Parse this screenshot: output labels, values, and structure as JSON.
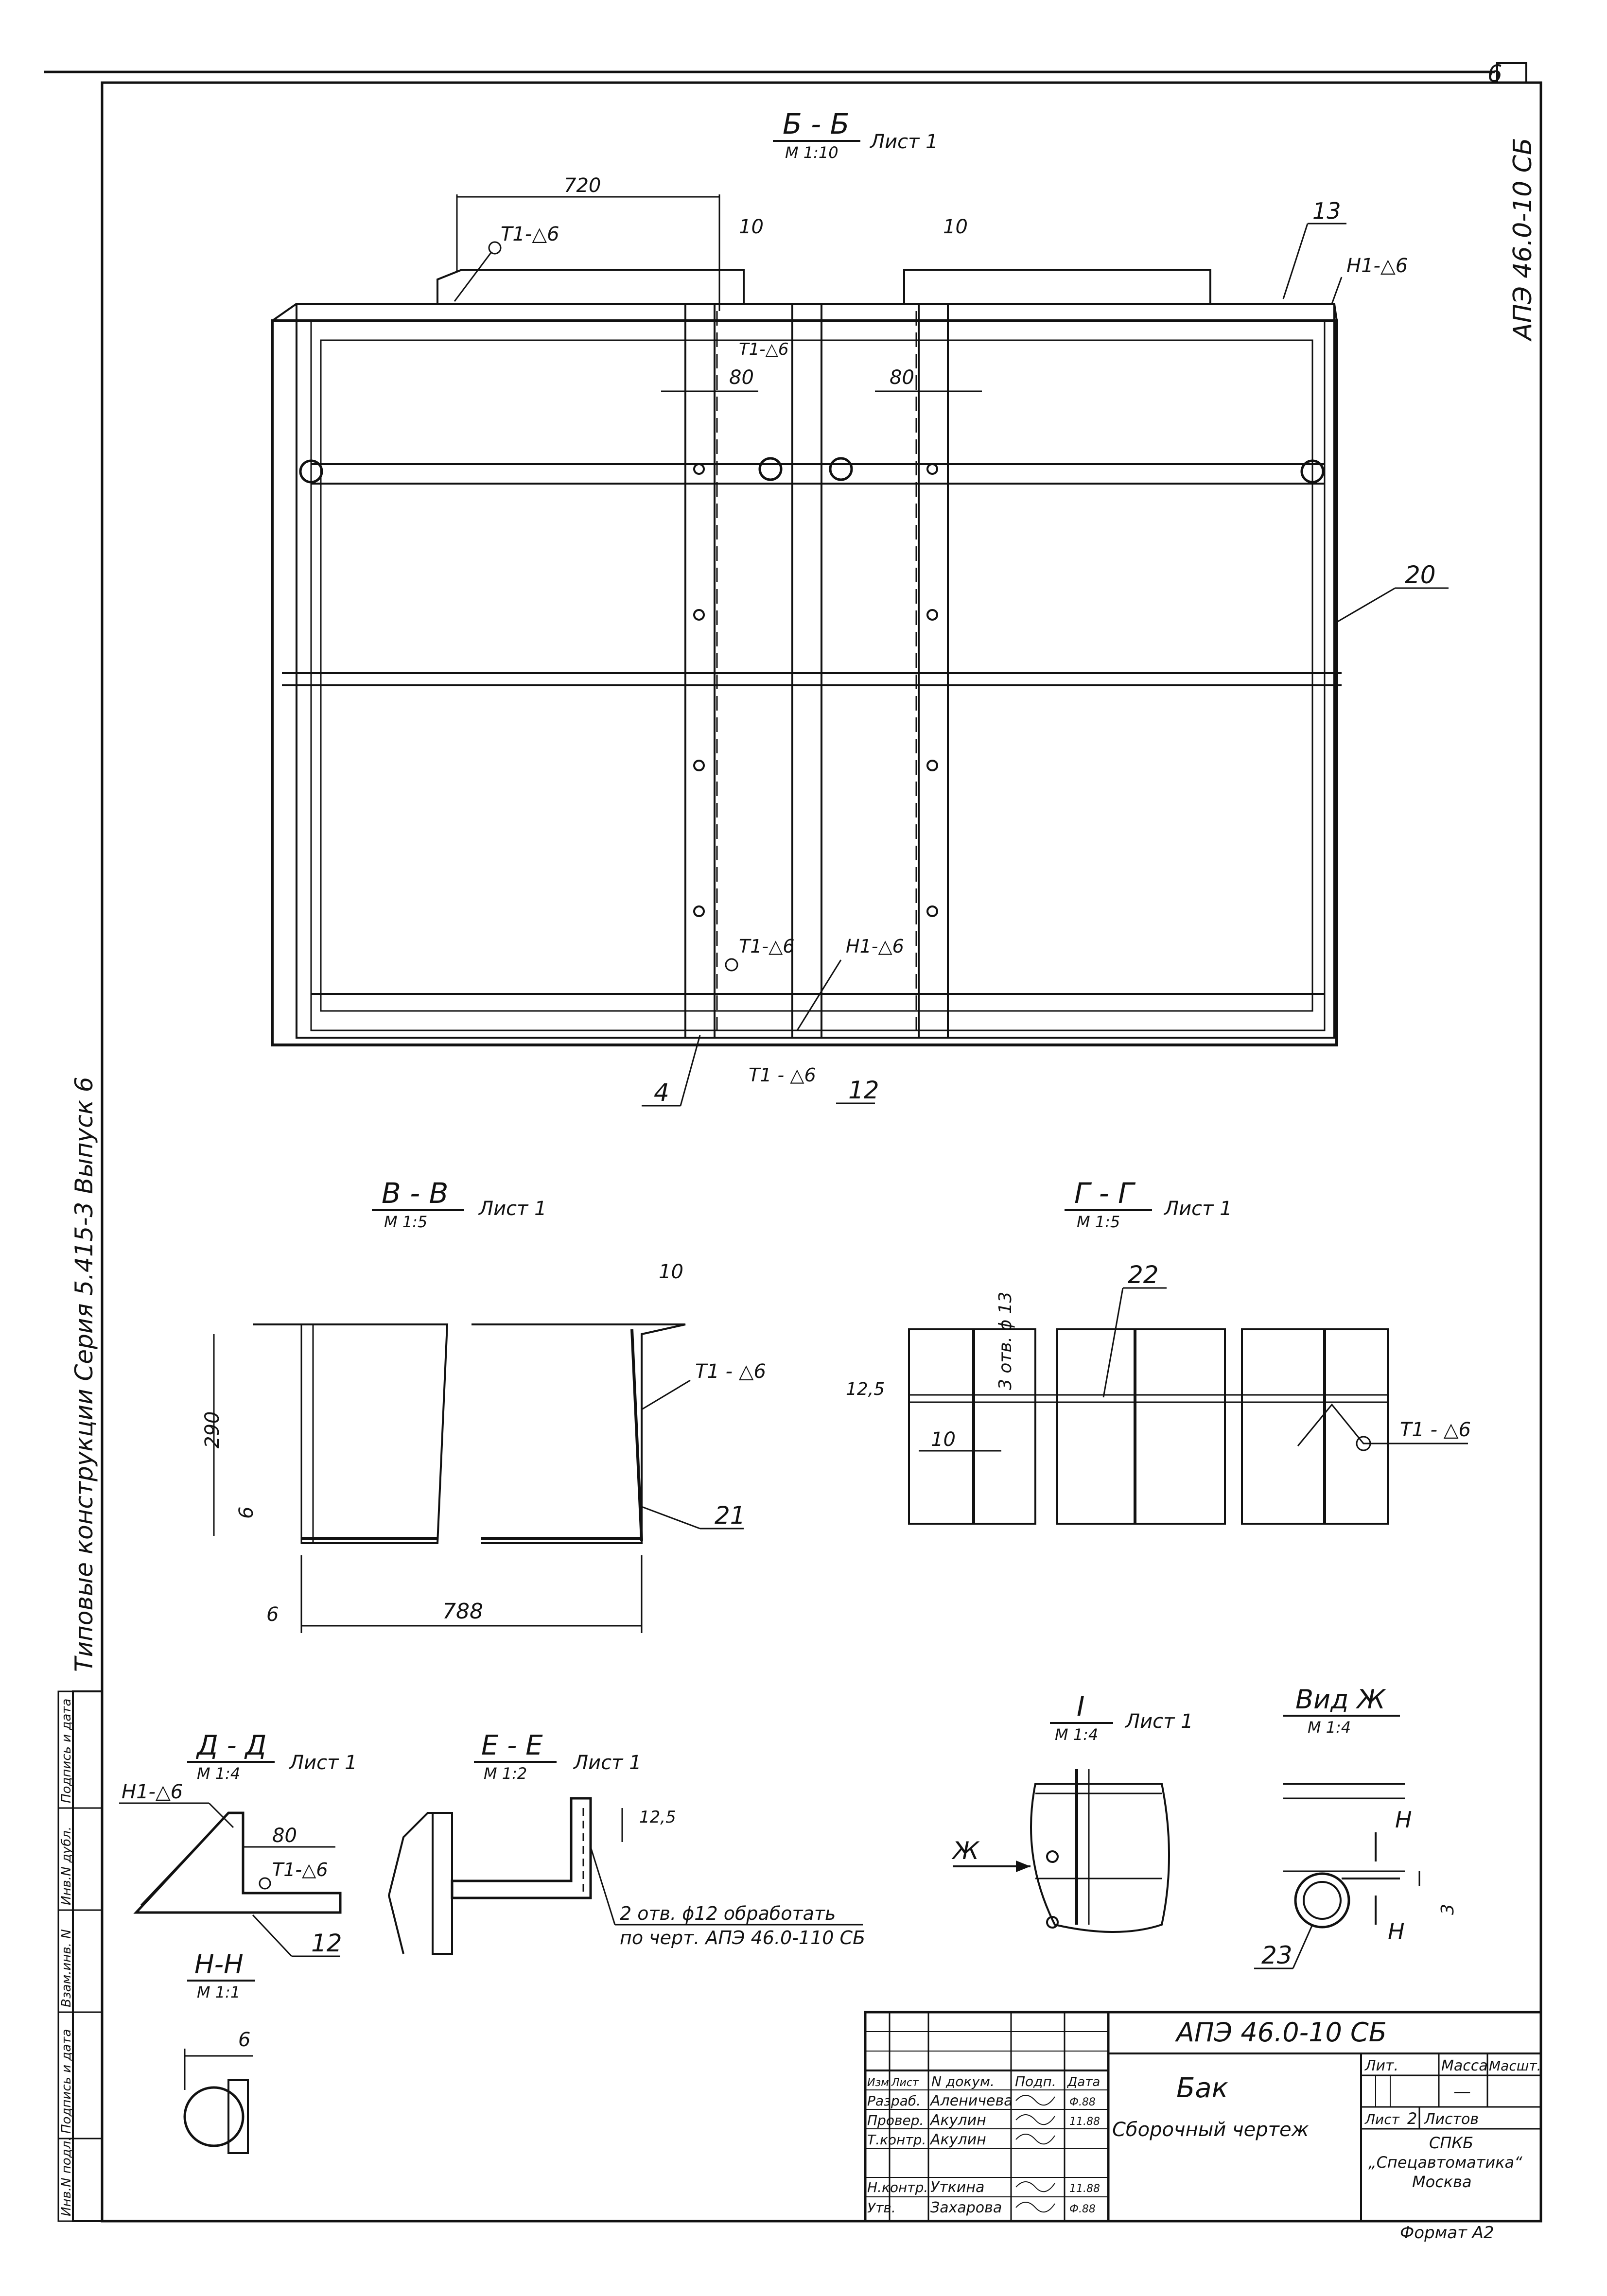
{
  "sheet": {
    "page_number": "6",
    "doc_code_side": "АПЭ 46.0-10 СБ",
    "side_series_label": "Типовые   конструкции     Серия     5.415-3        Выпуск  6",
    "side_stamp_cells": [
      "Инв.N подл.",
      "Подпись и дата",
      "Взам.инв. N",
      "Инв.N дубл.",
      "Подпись и дата"
    ]
  },
  "views": {
    "bb": {
      "title": "Б - Б",
      "scale": "М 1:10",
      "sheet_ref": "Лист 1"
    },
    "vv": {
      "title": "В - В",
      "scale": "М 1:5",
      "sheet_ref": "Лист 1"
    },
    "gg": {
      "title": "Г - Г",
      "scale": "М 1:5",
      "sheet_ref": "Лист 1"
    },
    "dd": {
      "title": "Д - Д",
      "scale": "М 1:4",
      "sheet_ref": "Лист 1"
    },
    "ee": {
      "title": "Е - Е",
      "scale": "М 1:2",
      "sheet_ref": "Лист 1"
    },
    "i": {
      "title": "I",
      "scale": "М 1:4",
      "sheet_ref": "Лист 1"
    },
    "zh": {
      "title": "Вид  Ж",
      "scale": "М 1:4"
    },
    "nn": {
      "title": "Н-Н",
      "scale": "М 1:1"
    }
  },
  "annotations": {
    "dim_720": "720",
    "dim_10": "10",
    "dim_80": "80",
    "dim_290": "290",
    "dim_788": "788",
    "dim_6": "6",
    "dim_12_5": "12,5",
    "dim_3": "3",
    "weld_t1": "Т1-△6",
    "weld_h1": "Н1-△6",
    "weld_t1_spaced": "Т1 - △6",
    "holes_3": "3 отв. ϕ 13",
    "note_holes": "2 отв. ϕ12 обработать",
    "note_ref": "по черт. АПЭ 46.0-110 СБ",
    "arrow_zh": "Ж",
    "letter_h": "Н",
    "item_13": "13",
    "item_20": "20",
    "item_4": "4",
    "item_12": "12",
    "item_21": "21",
    "item_22": "22",
    "item_23": "23"
  },
  "title_block": {
    "code": "АПЭ 46.0-10 СБ",
    "name": "Бак",
    "doc_type": "Сборочный  чертеж",
    "col_headers": [
      "Изм",
      "Лист",
      "N докум.",
      "Подп.",
      "Дата"
    ],
    "rows": [
      {
        "role": "Разраб.",
        "name": "Аленичева",
        "date": "Ф.88"
      },
      {
        "role": "Провер.",
        "name": "Акулин",
        "date": "11.88"
      },
      {
        "role": "Т.контр.",
        "name": "Акулин",
        "date": ""
      },
      {
        "role": "Н.контр.",
        "name": "Уткина",
        "date": "11.88"
      },
      {
        "role": "Утв.",
        "name": "Захарова",
        "date": "Ф.88"
      }
    ],
    "lit_label": "Лит.",
    "mass_label": "Масса",
    "scale_label": "Масшт.",
    "scale_value": "—",
    "sheet_label": "Лист",
    "sheet_value": "2",
    "sheets_label": "Листов",
    "org": [
      "СПКБ",
      "„Спецавтоматика“",
      "Москва"
    ],
    "format": "Формат  А2"
  }
}
